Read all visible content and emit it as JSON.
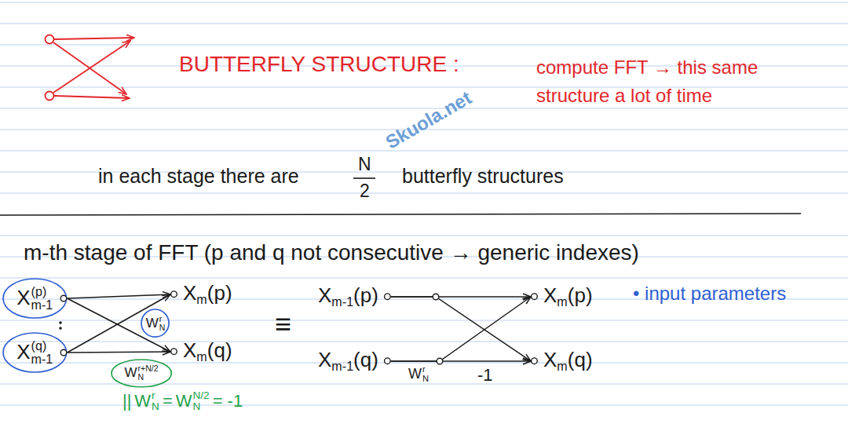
{
  "diagram": {
    "title": "BUTTERFLY STRUCTURE :",
    "nodes": [
      {
        "text": [
          "X",
          "m-1",
          "(p)"
        ]
      },
      {
        "text": [
          "X",
          "m",
          "(p)"
        ]
      },
      {
        "text": [
          "W",
          "N",
          "r"
        ]
      },
      {
        "text": [
          "X",
          "m-1",
          "(q)"
        ]
      },
      {
        "text": [
          "X",
          "m",
          "(q)"
        ]
      },
      {
        "text": [
          "W",
          "N",
          "r+N/2"
        ]
      },
      {
        "text": [
          "X",
          "m-1",
          "(p)"
        ]
      },
      {
        "text": [
          "X",
          "m",
          "(p)"
        ]
      },
      {
        "text": [
          "X",
          "m-1",
          "(q)"
        ]
      },
      {
        "text": [
          "X",
          "m",
          "(q)"
        ]
      }
    ],
    "edges": [
      {
        "from": 0,
        "to": 1,
        "arrow": "to"
      },
      {
        "from": 0,
        "to": 4,
        "arrow": "to"
      },
      {
        "from": 3,
        "to": 1,
        "arrow": "to"
      },
      {
        "from": 3,
        "to": 4,
        "arrow": "to"
      },
      {
        "from": 6,
        "to": 7,
        "arrow": "to"
      },
      {
        "from": 6,
        "to": 9,
        "arrow": "to"
      },
      {
        "from": 8,
        "to": 7,
        "arrow": "to"
      },
      {
        "from": 8,
        "to": 9,
        "arrow": "to",
        "label": "-1"
      }
    ],
    "labels": [
      "Skuola.net",
      "compute FFT → this same structure a lot of time",
      "in each stage there are",
      "N",
      "2",
      "butterfly structures",
      "m-th stage of FFT (p and q not consecutive → generic indexes)",
      "• input parameters",
      "≡",
      "W",
      "N",
      "r",
      "||",
      "W",
      "N",
      "r",
      "=",
      "W",
      "N",
      "N/2",
      "= -1"
    ]
  }
}
